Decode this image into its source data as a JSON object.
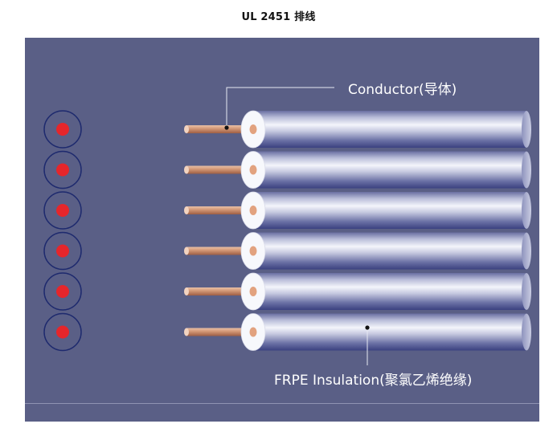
{
  "title": "UL 2451 排线",
  "labels": {
    "conductor": "Conductor(导体)",
    "insulation": "FRPE Insulation(聚氯乙烯绝缘)"
  },
  "wire_count": 6,
  "colors": {
    "panel_background": "#5a5f86",
    "conductor_copper": "#c98a6a",
    "insulation_silver": "#dfe2f0",
    "cross_section_core": "#e5262b",
    "cross_section_ring": "#1e2a6e"
  }
}
